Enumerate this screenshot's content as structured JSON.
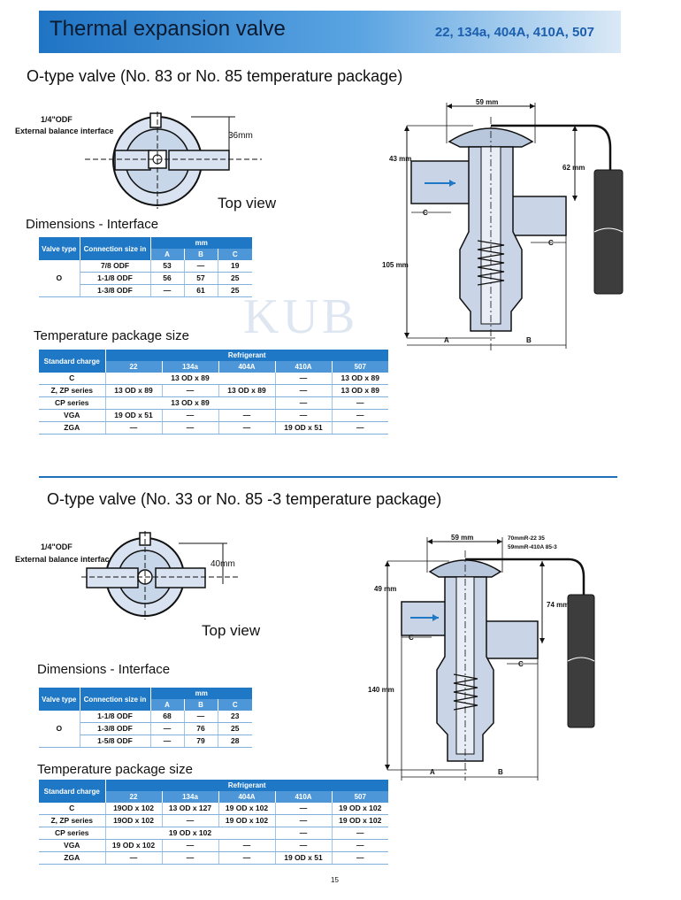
{
  "header": {
    "title": "Thermal expansion valve",
    "refrigerants": "22, 134a, 404A, 410A, 507"
  },
  "watermark": "KUB",
  "section1": {
    "title": "O-type valve (No. 83 or No. 85 temperature package)",
    "odf_label": "1/4\"ODF",
    "balance_label": "External balance interface",
    "top_height": "36mm",
    "top_view": "Top view",
    "dims_title": "Dimensions - Interface",
    "dim_table": {
      "h_valve_type": "Valve type",
      "h_conn": "Connection size in",
      "h_mm": "mm",
      "h_a": "A",
      "h_b": "B",
      "h_c": "C",
      "valve_type": "O",
      "rows": [
        {
          "conn": "7/8 ODF",
          "a": "53",
          "b": "—",
          "c": "19"
        },
        {
          "conn": "1-1/8 ODF",
          "a": "56",
          "b": "57",
          "c": "25"
        },
        {
          "conn": "1-3/8 ODF",
          "a": "—",
          "b": "61",
          "c": "25"
        }
      ]
    },
    "temp_title": "Temperature package size",
    "temp_table": {
      "h_charge": "Standard charge",
      "h_refrigerant": "Refrigerant",
      "cols": [
        "22",
        "134a",
        "404A",
        "410A",
        "507"
      ],
      "rows": [
        {
          "charge": "C",
          "span": "13 OD x 89",
          "c410": "—",
          "c507": "13 OD x 89"
        },
        {
          "charge": "Z, ZP series",
          "c22": "13 OD x 89",
          "c134": "—",
          "c404": "13 OD x 89",
          "c410": "—",
          "c507": "13 OD x 89"
        },
        {
          "charge": "CP series",
          "span": "13 OD x 89",
          "c410": "—",
          "c507": "—"
        },
        {
          "charge": "VGA",
          "c22": "19 OD x 51",
          "c134": "—",
          "c404": "—",
          "c410": "—",
          "c507": "—"
        },
        {
          "charge": "ZGA",
          "c22": "—",
          "c134": "—",
          "c404": "—",
          "c410": "19 OD x 51",
          "c507": "—"
        }
      ]
    },
    "valve_dims": {
      "top": "59 mm",
      "left": "43 mm",
      "right": "62 mm",
      "height": "105 mm",
      "c1": "C",
      "c2": "C",
      "a": "A",
      "b": "B"
    }
  },
  "section2": {
    "title": "O-type valve (No. 33 or No. 85 -3 temperature package)",
    "odf_label": "1/4\"ODF",
    "balance_label": "External balance interface",
    "top_height": "40mm",
    "top_view": "Top view",
    "dims_title": "Dimensions - Interface",
    "dim_table": {
      "h_valve_type": "Valve type",
      "h_conn": "Connection size in",
      "h_mm": "mm",
      "h_a": "A",
      "h_b": "B",
      "h_c": "C",
      "valve_type": "O",
      "rows": [
        {
          "conn": "1-1/8 ODF",
          "a": "68",
          "b": "—",
          "c": "23"
        },
        {
          "conn": "1-3/8 ODF",
          "a": "—",
          "b": "76",
          "c": "25"
        },
        {
          "conn": "1-5/8 ODF",
          "a": "—",
          "b": "79",
          "c": "28"
        }
      ]
    },
    "temp_title": "Temperature package size",
    "temp_table": {
      "h_charge": "Standard charge",
      "h_refrigerant": "Refrigerant",
      "cols": [
        "22",
        "134a",
        "404A",
        "410A",
        "507"
      ],
      "rows": [
        {
          "charge": "C",
          "c22": "19OD x 102",
          "c134": "13 OD x 127",
          "c404": "19 OD x 102",
          "c410": "—",
          "c507": "19 OD x 102"
        },
        {
          "charge": "Z, ZP series",
          "c22": "19OD x 102",
          "c134": "—",
          "c404": "19 OD x 102",
          "c410": "—",
          "c507": "19 OD x 102"
        },
        {
          "charge": "CP series",
          "span": "19 OD x 102",
          "c410": "—",
          "c507": "—"
        },
        {
          "charge": "VGA",
          "c22": "19 OD x 102",
          "c134": "—",
          "c404": "—",
          "c410": "—",
          "c507": "—"
        },
        {
          "charge": "ZGA",
          "c22": "—",
          "c134": "—",
          "c404": "—",
          "c410": "19 OD x 51",
          "c507": "—"
        }
      ]
    },
    "valve_dims": {
      "top": "59 mm",
      "note1": "70mmR-22 35",
      "note2": "59mmR-410A 85-3",
      "left": "49 mm",
      "right": "74 mm",
      "height": "140 mm",
      "c1": "C",
      "c2": "C",
      "a": "A",
      "b": "B"
    }
  },
  "page_number": "15"
}
